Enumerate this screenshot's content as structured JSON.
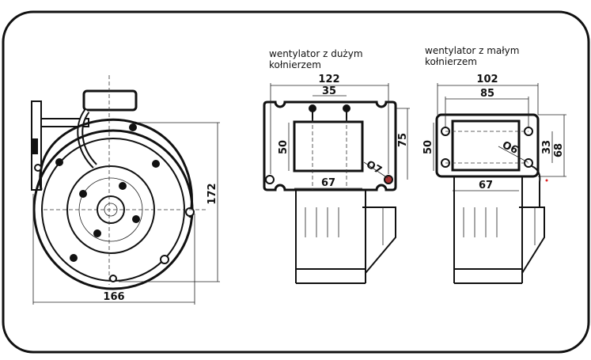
{
  "left_view": {
    "width_label": "166",
    "height_label": "172"
  },
  "large_flange": {
    "caption_line1": "wentylator z dużym",
    "caption_line2": "kołnierzem",
    "dims": {
      "overall_width": "122",
      "hole_spacing": "35",
      "height": "50",
      "hole_height": "75",
      "opening_width": "67",
      "hole_diameter": "O7"
    }
  },
  "small_flange": {
    "caption_line1": "wentylator z małym",
    "caption_line2": "kołnierzem",
    "dims": {
      "overall_width": "102",
      "hole_spacing": "85",
      "height": "50",
      "hole_vertical_spacing": "33",
      "overall_height": "68",
      "opening_width": "67",
      "hole_diameter": "O6"
    }
  }
}
